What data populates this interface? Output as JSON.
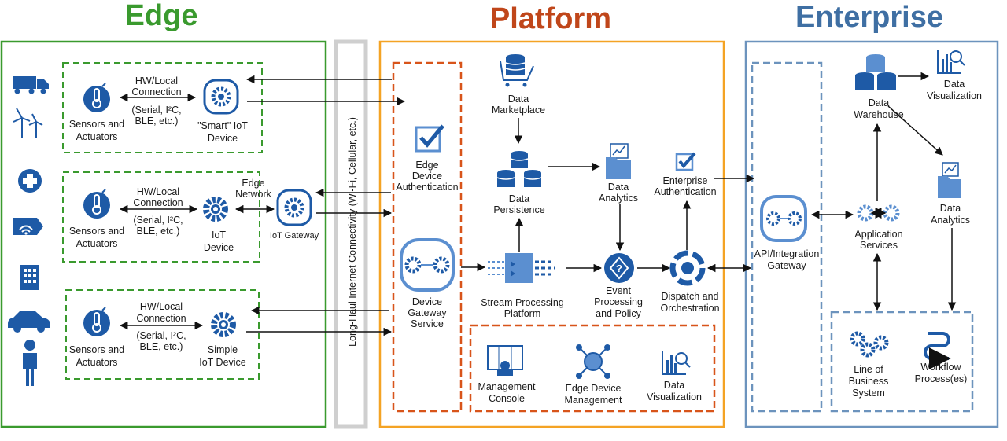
{
  "sections": {
    "edge": {
      "title": "Edge",
      "color": "#3a9a2e"
    },
    "platform": {
      "title": "Platform",
      "color": "#c0461a",
      "border": "#f4a324"
    },
    "enterprise": {
      "title": "Enterprise",
      "color": "#3f6fa3",
      "border": "#6c93bd"
    }
  },
  "connectivity": {
    "label": "Long-Haul Internet Connectivity (Wi-Fi, Cellular, etc.)"
  },
  "edge": {
    "row1": {
      "sensor": [
        "Sensors and",
        "Actuators"
      ],
      "conn": [
        "HW/Local",
        "Connection",
        "(Serial, I²C,",
        "BLE, etc.)"
      ],
      "device": [
        "\"Smart\" IoT",
        "Device"
      ]
    },
    "row2": {
      "sensor": [
        "Sensors and",
        "Actuators"
      ],
      "conn": [
        "HW/Local",
        "Connection",
        "(Serial, I²C,",
        "BLE, etc.)"
      ],
      "device": [
        "IoT",
        "Device"
      ],
      "network": [
        "Edge",
        "Network"
      ],
      "gateway": "IoT Gateway"
    },
    "row3": {
      "sensor": [
        "Sensors and",
        "Actuators"
      ],
      "conn": [
        "HW/Local",
        "Connection",
        "(Serial, I²C,",
        "BLE, etc.)"
      ],
      "device": [
        "Simple",
        "IoT Device"
      ]
    }
  },
  "platform": {
    "auth": [
      "Edge",
      "Device",
      "Authentication"
    ],
    "gateway_service": [
      "Device",
      "Gateway",
      "Service"
    ],
    "marketplace": [
      "Data",
      "Marketplace"
    ],
    "persistence": [
      "Data",
      "Persistence"
    ],
    "analytics": [
      "Data",
      "Analytics"
    ],
    "ent_auth": [
      "Enterprise",
      "Authentication"
    ],
    "stream": [
      "Stream Processing",
      "Platform"
    ],
    "event": [
      "Event",
      "Processing",
      "and Policy"
    ],
    "dispatch": [
      "Dispatch and",
      "Orchestration"
    ],
    "mgmt_console": [
      "Management",
      "Console"
    ],
    "edge_mgmt": [
      "Edge Device",
      "Management"
    ],
    "visualization": [
      "Data",
      "Visualization"
    ]
  },
  "enterprise": {
    "api_gateway": [
      "API/Integration",
      "Gateway"
    ],
    "warehouse": [
      "Data",
      "Warehouse"
    ],
    "visualization": [
      "Data",
      "Visualization"
    ],
    "app_services": [
      "Application",
      "Services"
    ],
    "analytics": [
      "Data",
      "Analytics"
    ],
    "lob": [
      "Line of",
      "Business",
      "System"
    ],
    "workflow": [
      "Workflow",
      "Process(es)"
    ]
  },
  "icons": {
    "edge_left": [
      "truck-icon",
      "wind-turbine-icon",
      "medical-cross-icon",
      "tag-wireless-icon",
      "building-icon",
      "car-icon",
      "person-icon"
    ]
  },
  "colors": {
    "blue": "#1e5aa6",
    "light_blue": "#5b8fd0",
    "edge_dash": "#3a9a2e",
    "platform_dash": "#d8541a",
    "ent_dash": "#6c93bd",
    "pipe": "#d0d0d0"
  }
}
